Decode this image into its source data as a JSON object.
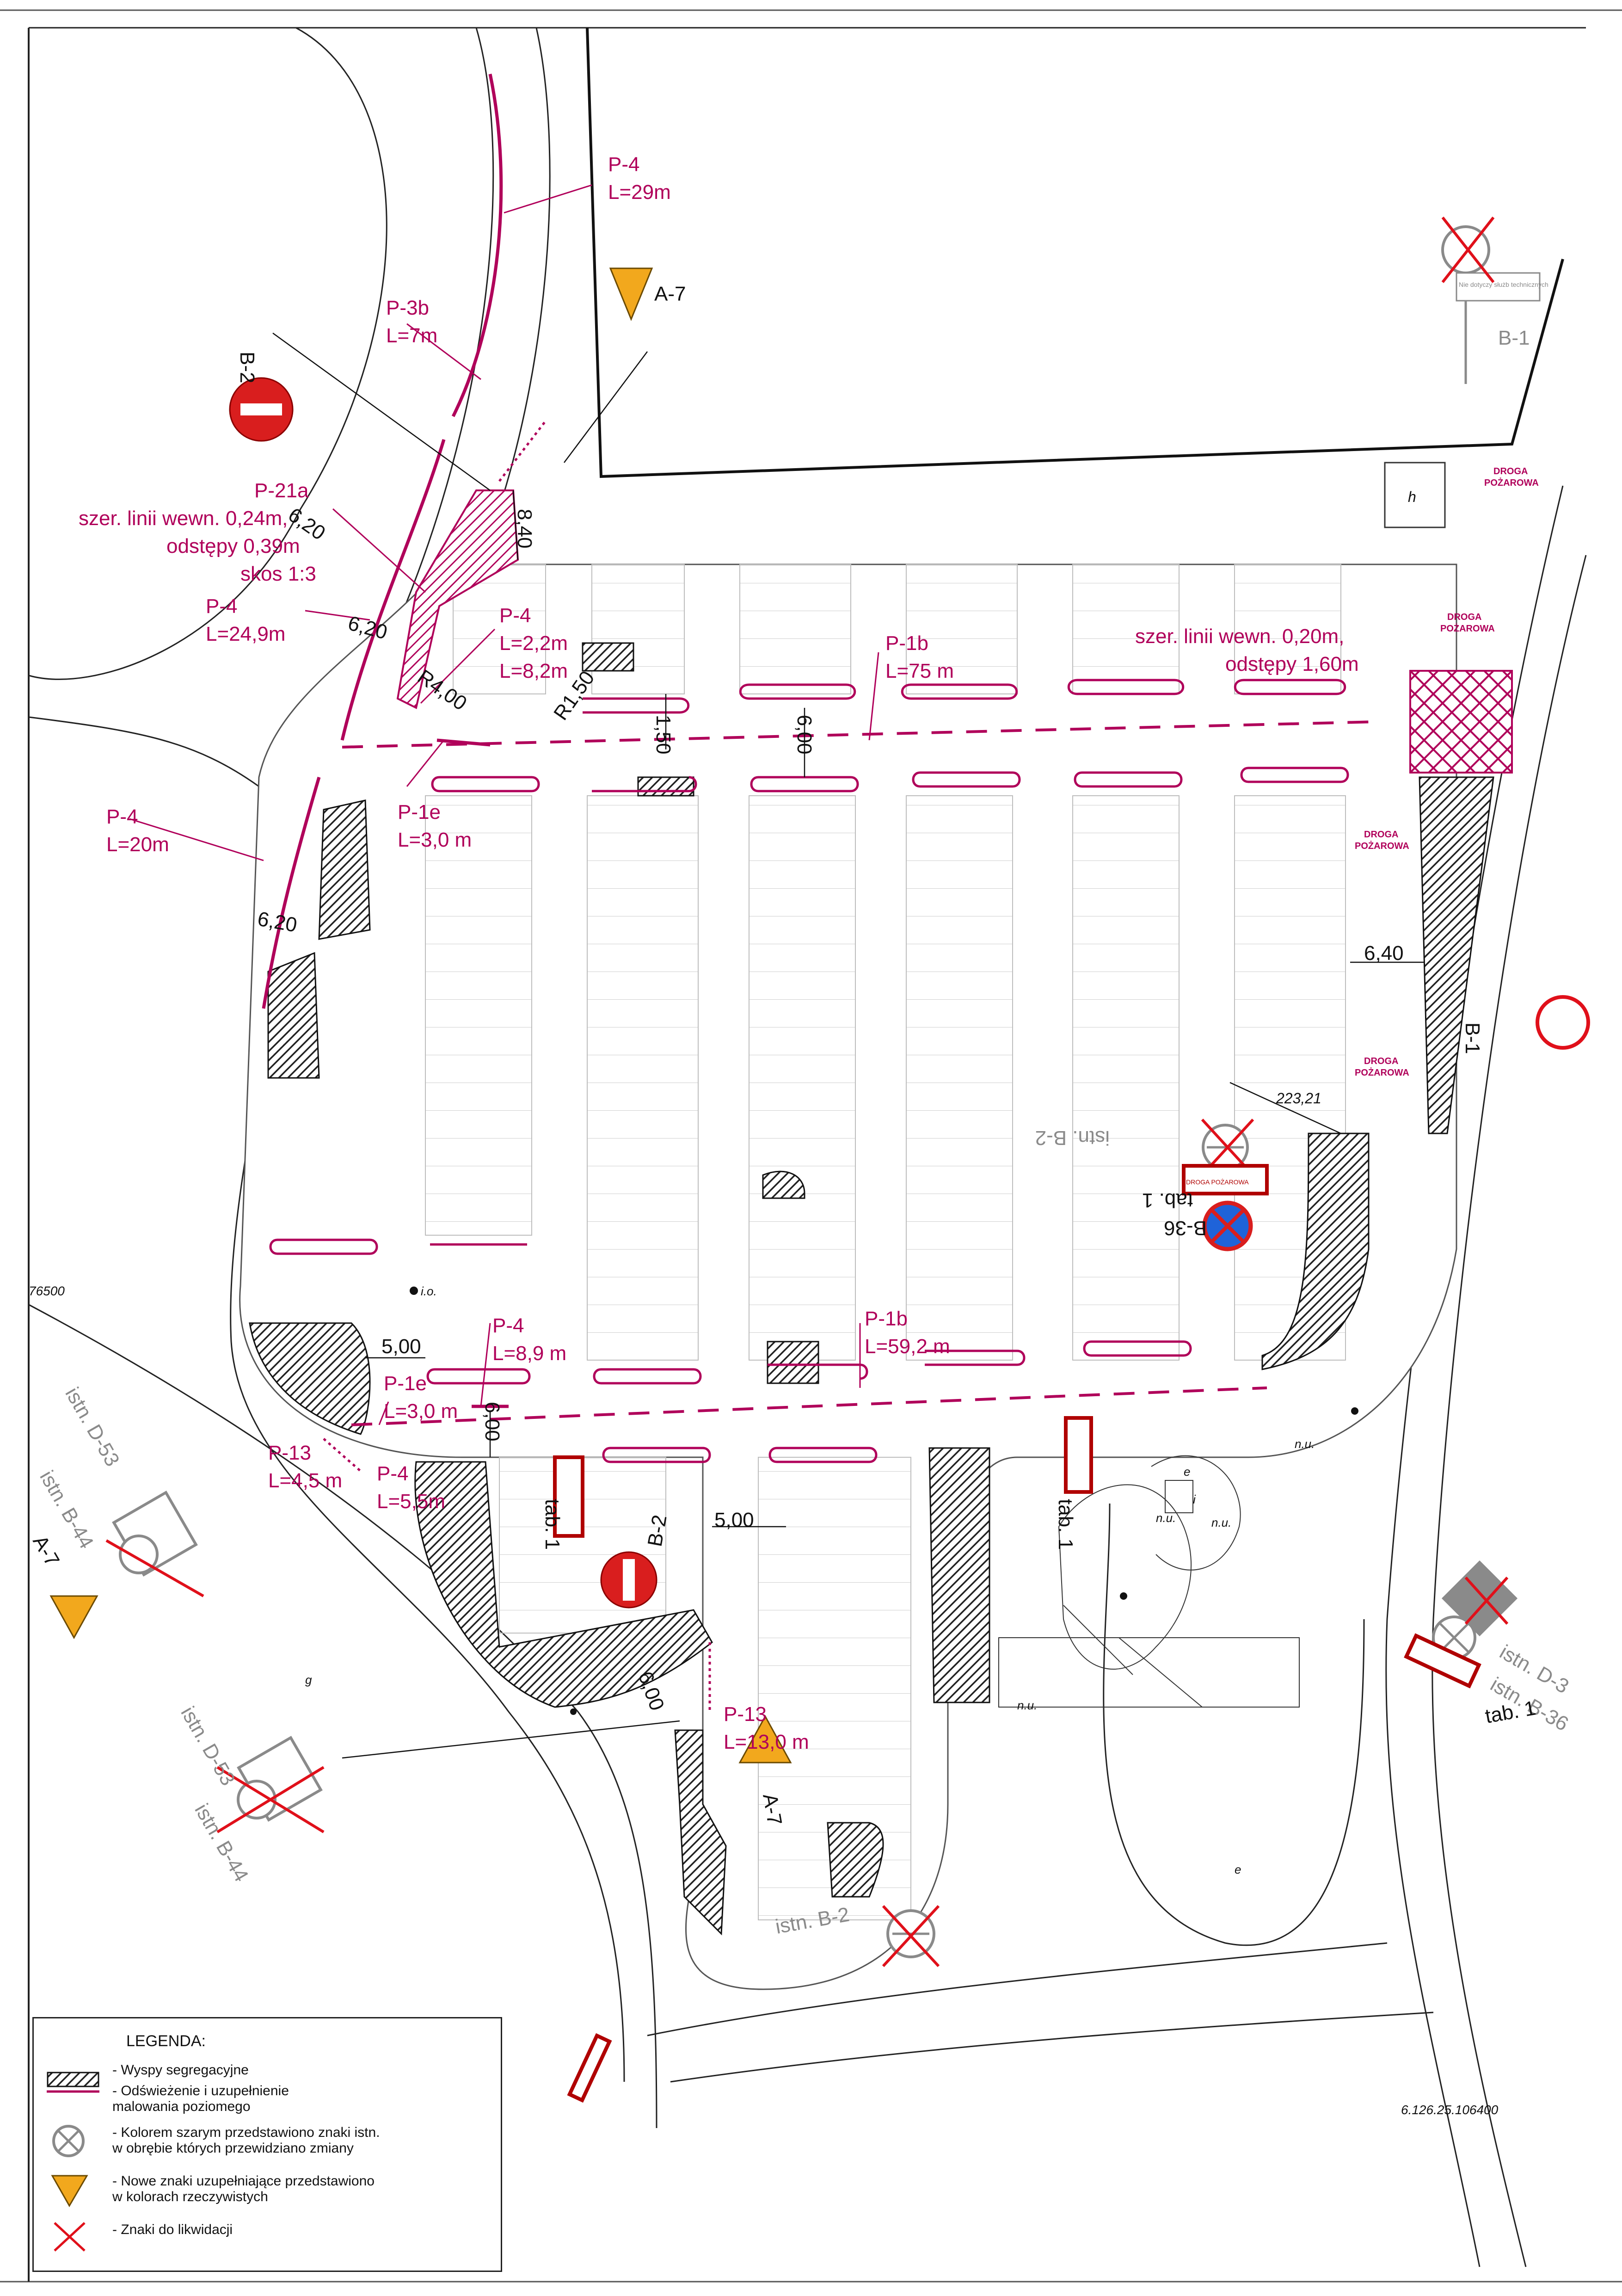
{
  "labels": {
    "p4_29": [
      "P-4",
      "L=29m"
    ],
    "p3b": [
      "P-3b",
      "L=7m"
    ],
    "p21a": [
      "P-21a",
      "szer. linii wewn. 0,24m,",
      "odstępy 0,39m",
      "skos 1:3"
    ],
    "p4_249": [
      "P-4",
      "L=24,9m"
    ],
    "p4_22": [
      "P-4",
      "L=2,2m",
      "L=8,2m"
    ],
    "p1b_75": [
      "P-1b",
      "L=75 m"
    ],
    "cross_hatch": [
      "szer. linii wewn. 0,20m,",
      "odstępy 1,60m"
    ],
    "p4_20": [
      "P-4",
      "L=20m"
    ],
    "p1e_top": [
      "P-1e",
      "L=3,0 m"
    ],
    "p4_89": [
      "P-4",
      "L=8,9 m"
    ],
    "p1e_bot": [
      "P-1e",
      "L=3,0 m"
    ],
    "p1b_592": [
      "P-1b",
      "L=59,2 m"
    ],
    "p13_45": [
      "P-13",
      "L=4,5 m"
    ],
    "p4_bot": [
      "P-4",
      "L=5,5m"
    ],
    "p13_13": [
      "P-13",
      "L=13,0 m"
    ]
  },
  "signs": {
    "b2_top": "B-2",
    "a7_top": "A-7",
    "b1_gray": "B-1",
    "b1_note": "Nie dotyczy służb technicznych",
    "b1_right": "B-1",
    "istn_b2": "istn. B-2",
    "tab1": "tab. 1",
    "b36": "B-36",
    "droga_pozarowa": "DROGA POŻAROWA",
    "istn_d53": "istn. D-53",
    "istn_b44": "istn. B-44",
    "a7_left": "A-7",
    "b2_bottom": "B-2",
    "a7_bottom": "A-7",
    "istn_b2_bottom": "istn. B-2",
    "istn_d3": "istn. D-3",
    "istn_b36": "istn. B-36",
    "tab1_right": "tab. 1",
    "tab1_mid": "tab. 1"
  },
  "dims": {
    "d620a": "6,20",
    "d840": "8,40",
    "d620b": "6,20",
    "r400": "R4,00",
    "r150": "R1,50",
    "d150": "1,50",
    "d600a": "6,00",
    "d620c": "6,20",
    "d640": "6,40",
    "d500a": "5,00",
    "d600b": "6,00",
    "d500b": "5,00",
    "d600c": "6,00",
    "elev": "223,21",
    "coord1": "76500",
    "coord2": "6.126.25.106400"
  },
  "misc": {
    "h_building": "h",
    "droga": "DROGA",
    "pozarowa": "POŻAROWA",
    "i_o": "i.o.",
    "n_u": "n.u.",
    "e": "e",
    "g": "g",
    "i": "i"
  },
  "legend": {
    "title": "LEGENDA:",
    "items": [
      "- Wyspy segregacyjne",
      "- Odświeżenie i uzupełnienie\nmalowania poziomego",
      "- Kolorem szarym przedstawiono znaki istn.\nw obrębie których przewidziano zmiany",
      "- Nowe znaki uzupełniające przedstawiono\nw kolorach rzeczywistych",
      "- Znaki do likwidacji"
    ]
  },
  "colors": {
    "marking": "#b0005a",
    "new_sign_red": "#d91e1e",
    "warning_yellow": "#f2a81d",
    "existing_gray": "#8a8a8a",
    "island_hatch": "#333333"
  }
}
